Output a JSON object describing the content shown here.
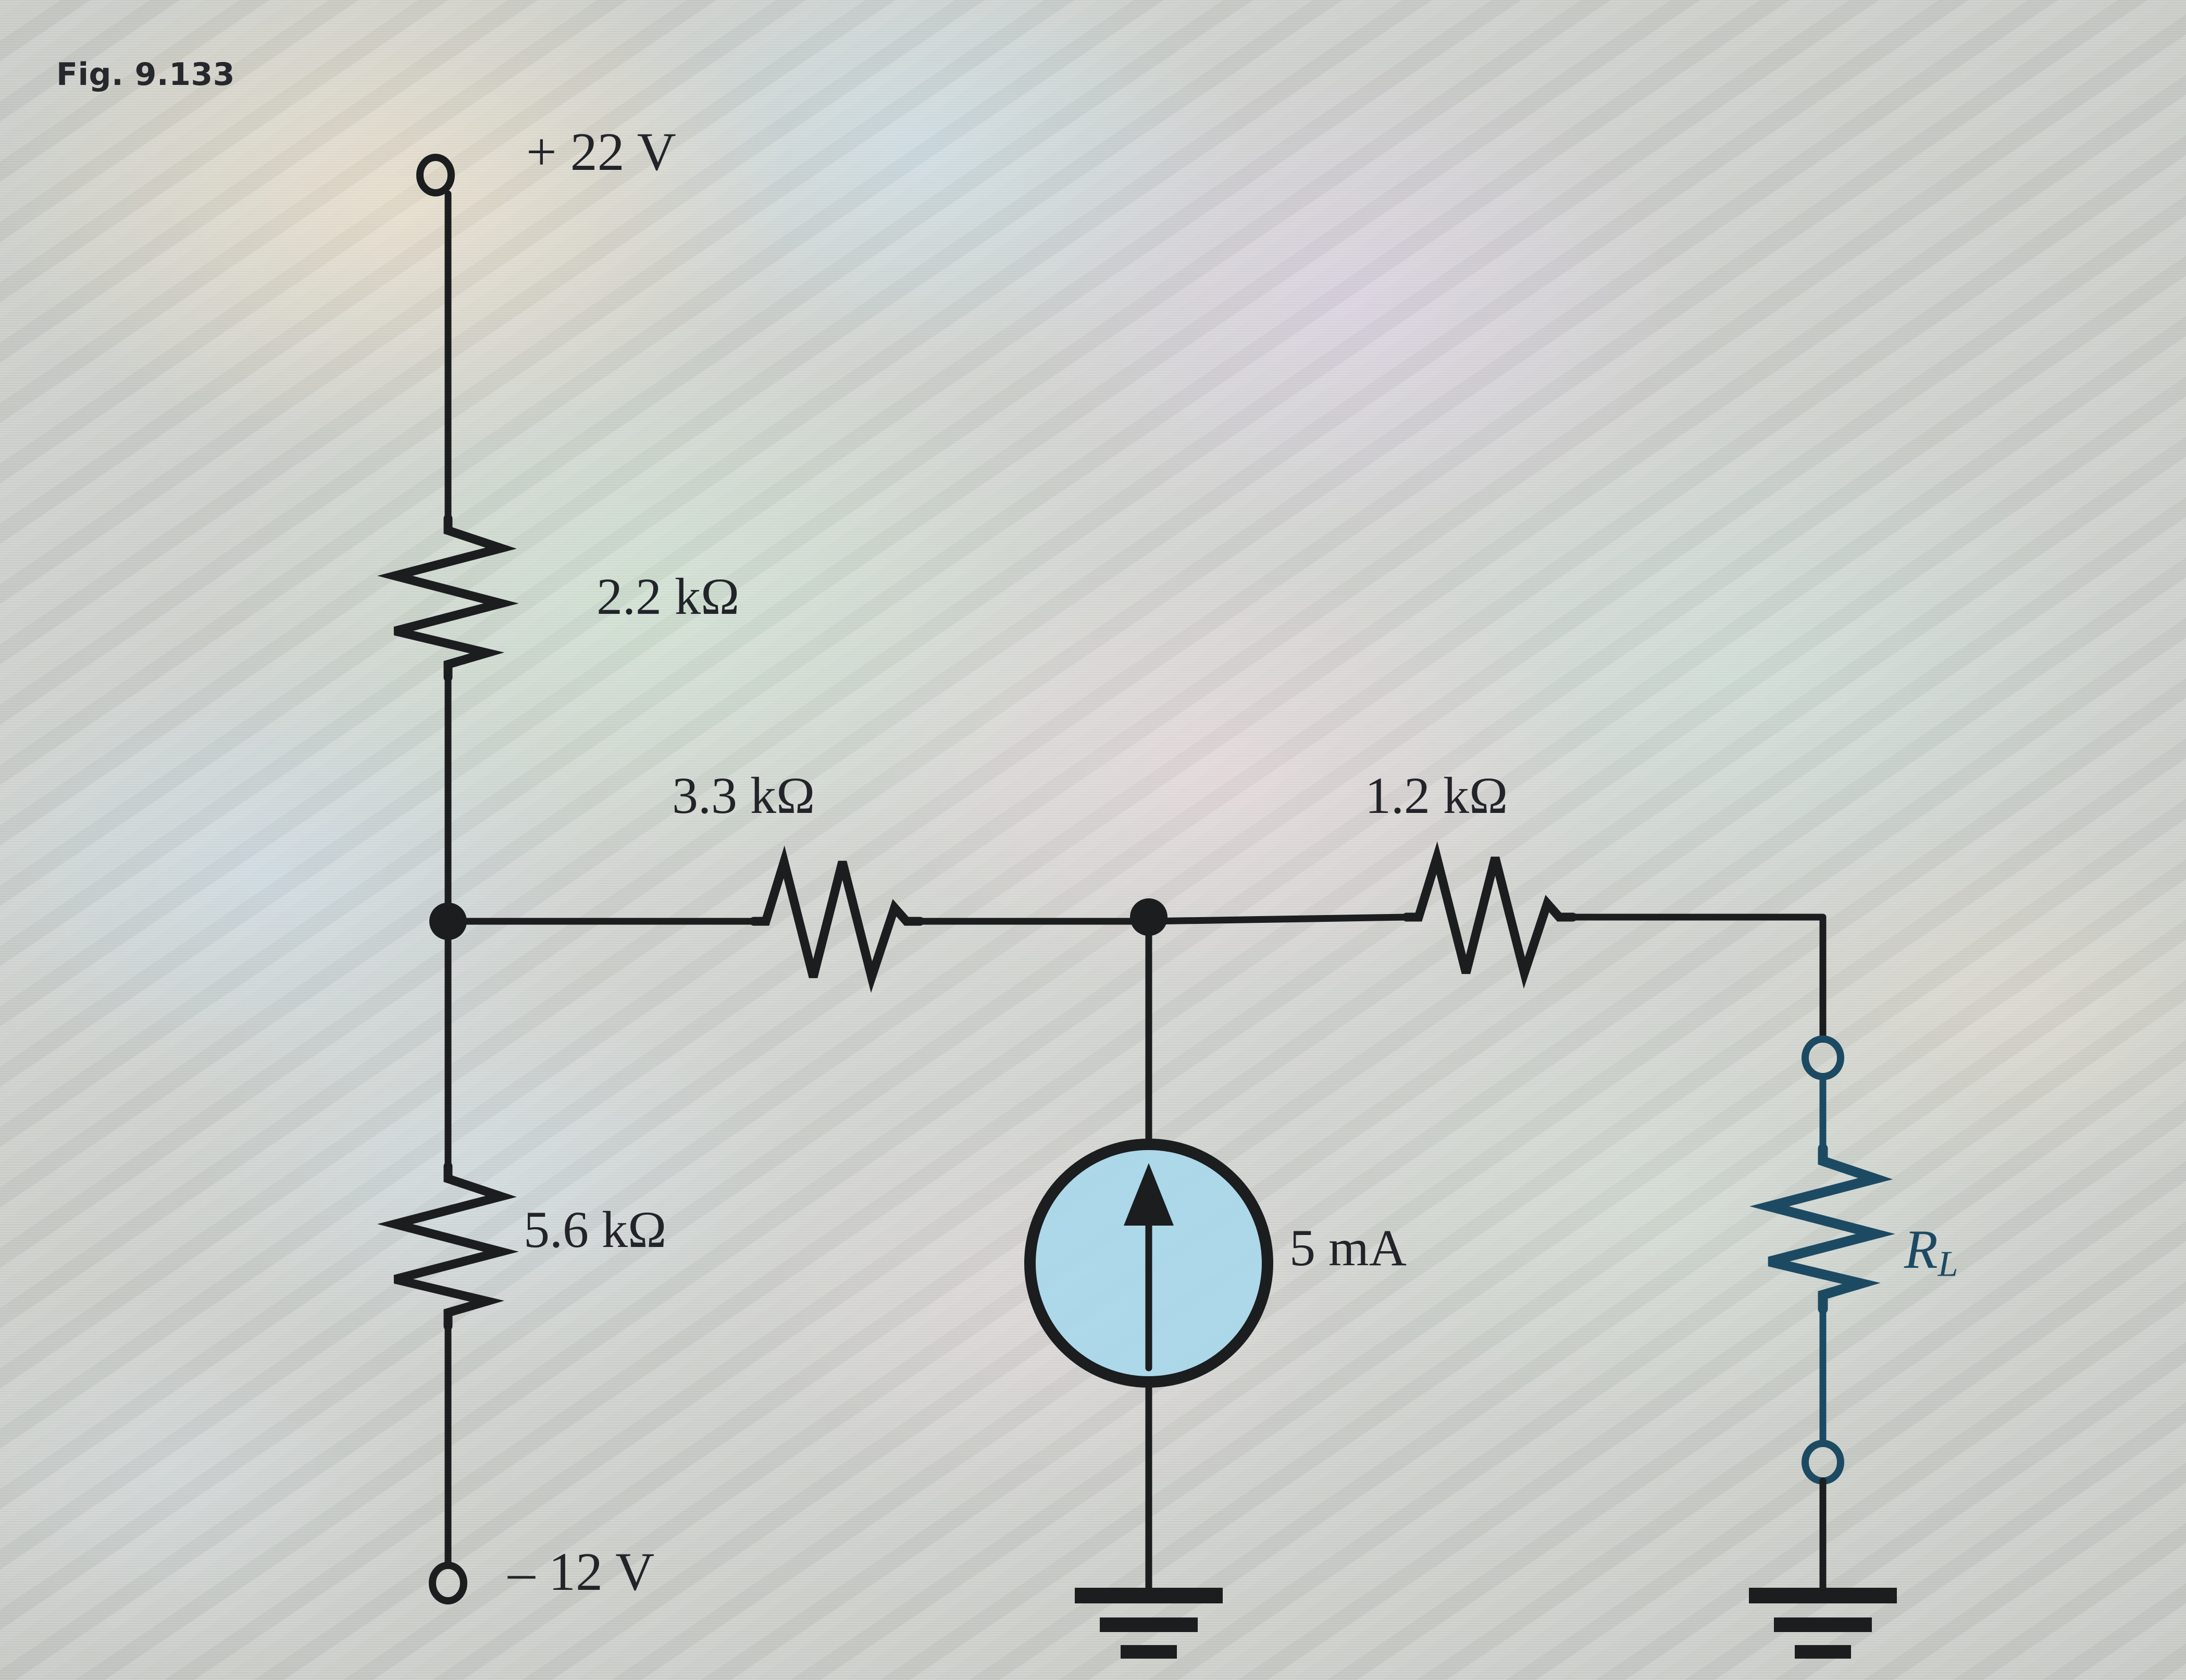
{
  "figure": {
    "label": "Fig. 9.133",
    "caption_font_weight": "bold"
  },
  "colors": {
    "page_background": "#cbcec9",
    "wire": "#1b1d1f",
    "ink_text": "#22242a",
    "load_resistor": "#1d4a63",
    "current_source_fill": "#a8d8ea",
    "figure_label": "#26282e"
  },
  "labels": {
    "supply_positive": "+ 22 V",
    "supply_negative": "– 12 V",
    "r_series_top": "2.2 kΩ",
    "r_bridge_left": "3.3 kΩ",
    "r_bridge_right": "1.2 kΩ",
    "r_series_bottom": "5.6 kΩ",
    "current_source": "5 mA",
    "load_resistor": "R",
    "load_resistor_subscript": "L"
  },
  "circuit": {
    "type": "resistive-network-with-current-source",
    "title": "Fig. 9.133",
    "nodes": [
      {
        "id": "n_vcc",
        "name": "positive-supply-terminal",
        "terminal": "open-circle",
        "value": "+ 22 V"
      },
      {
        "id": "n_a",
        "name": "left-node",
        "terminal": "junction-dot"
      },
      {
        "id": "n_b",
        "name": "center-node",
        "terminal": "junction-dot"
      },
      {
        "id": "n_vee",
        "name": "negative-supply-terminal",
        "terminal": "open-circle",
        "value": "– 12 V"
      },
      {
        "id": "n_out_hi",
        "name": "load-upper-terminal",
        "terminal": "open-circle"
      },
      {
        "id": "n_out_lo",
        "name": "load-lower-terminal",
        "terminal": "open-circle"
      },
      {
        "id": "gnd_src",
        "name": "current-source-ground",
        "terminal": "ground"
      },
      {
        "id": "gnd_load",
        "name": "load-ground",
        "terminal": "ground"
      }
    ],
    "components": [
      {
        "id": "R1",
        "kind": "resistor",
        "label": "2.2 kΩ",
        "value": 2.2,
        "unit": "kΩ",
        "orientation": "vertical",
        "between": [
          "n_vcc",
          "n_a"
        ]
      },
      {
        "id": "R2",
        "kind": "resistor",
        "label": "3.3 kΩ",
        "value": 3.3,
        "unit": "kΩ",
        "orientation": "horizontal",
        "between": [
          "n_a",
          "n_b"
        ]
      },
      {
        "id": "R3",
        "kind": "resistor",
        "label": "1.2 kΩ",
        "value": 1.2,
        "unit": "kΩ",
        "orientation": "horizontal",
        "between": [
          "n_b",
          "n_out_hi"
        ]
      },
      {
        "id": "R4",
        "kind": "resistor",
        "label": "5.6 kΩ",
        "value": 5.6,
        "unit": "kΩ",
        "orientation": "vertical",
        "between": [
          "n_a",
          "n_vee"
        ]
      },
      {
        "id": "I1",
        "kind": "current-source",
        "label": "5 mA",
        "value": 5,
        "unit": "mA",
        "arrow_direction": "up",
        "between": [
          "gnd_src",
          "n_b"
        ]
      },
      {
        "id": "RL",
        "kind": "resistor",
        "label": "R_L",
        "orientation": "vertical",
        "color": "#1d4a63",
        "between": [
          "n_out_hi",
          "n_out_lo"
        ]
      }
    ]
  }
}
